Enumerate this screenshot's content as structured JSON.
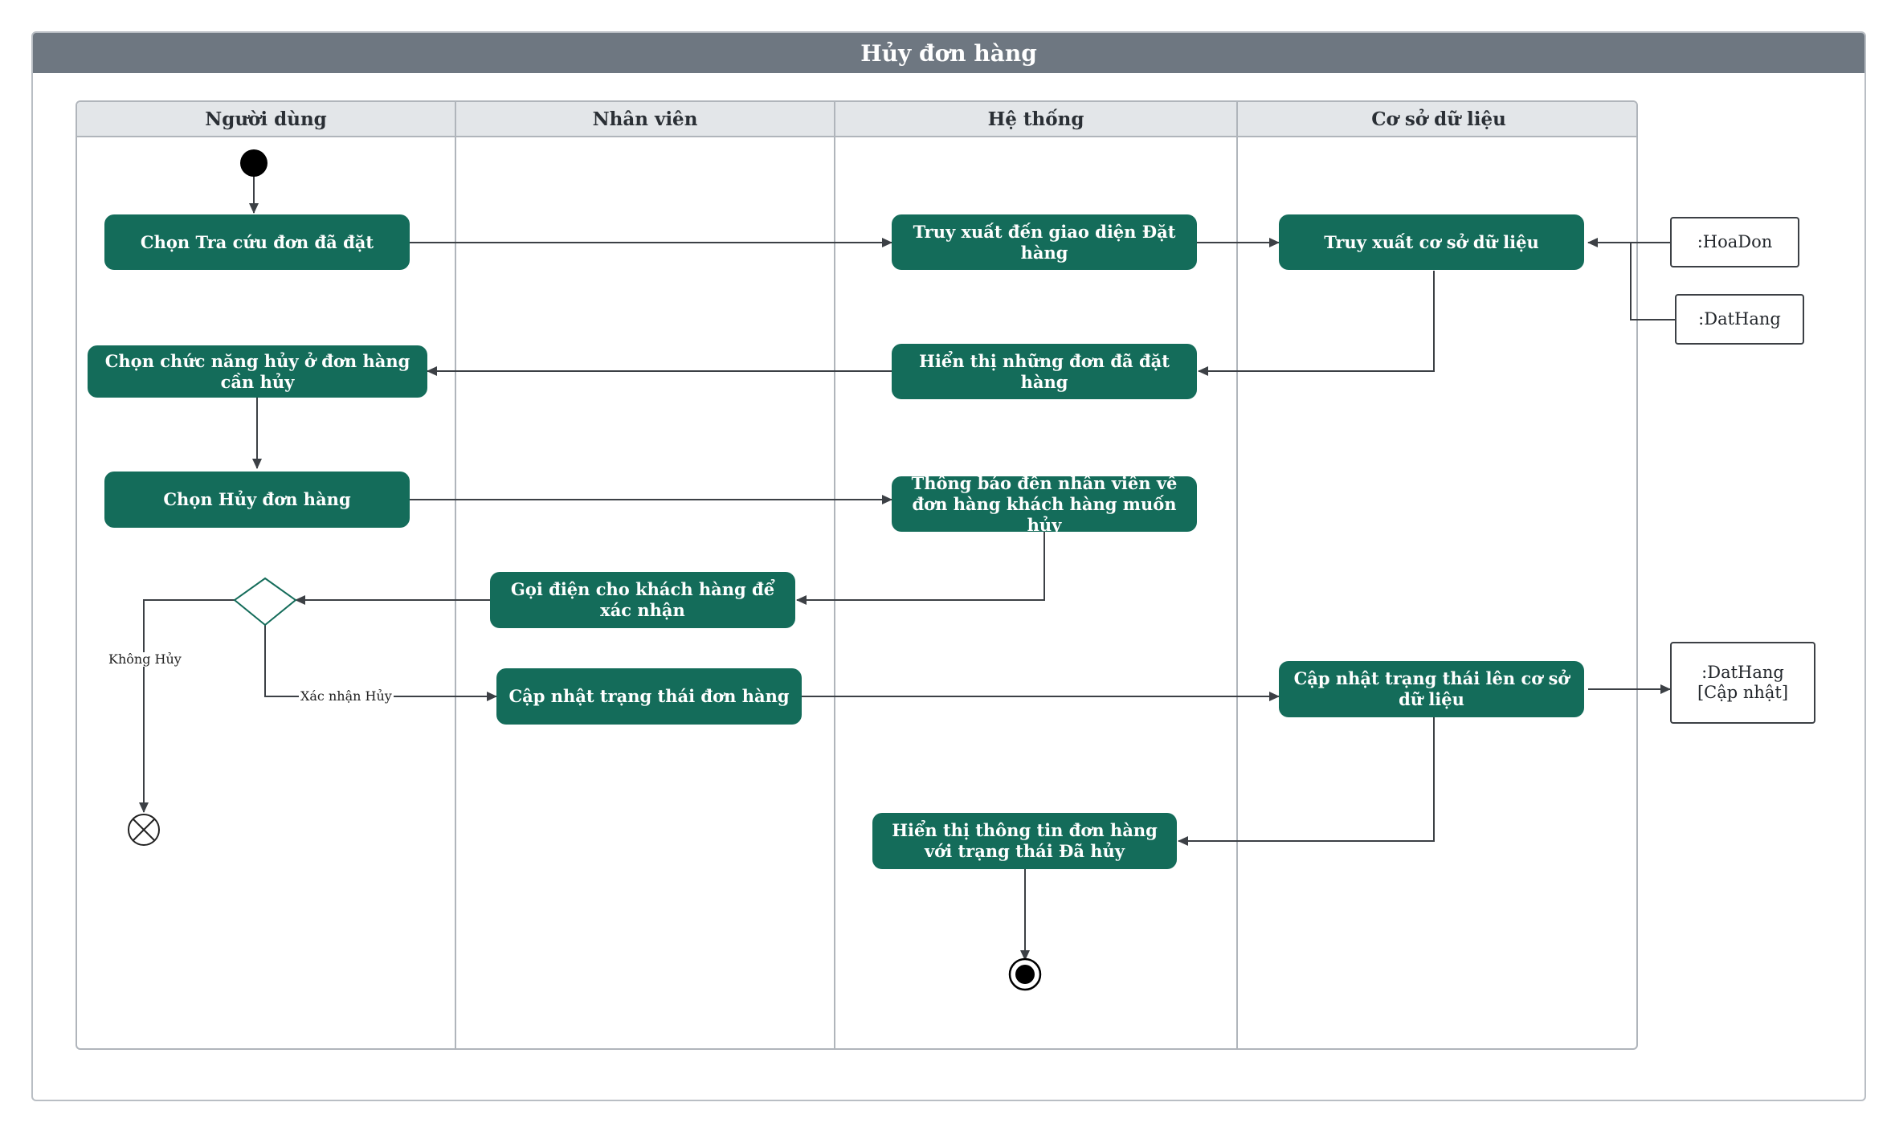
{
  "title": "Hủy đơn hàng",
  "lanes": [
    "Người dùng",
    "Nhân viên",
    "Hệ thống",
    "Cơ sở dữ liệu"
  ],
  "actions": {
    "a1": "Chọn Tra cứu đơn đã đặt",
    "a2": "Truy xuất đến giao diện Đặt hàng",
    "a3": "Truy xuất cơ sở dữ liệu",
    "a4": "Hiển thị những đơn đã đặt hàng",
    "a5": "Chọn chức năng hủy ở đơn hàng cần hủy",
    "a6": "Chọn Hủy đơn hàng",
    "a7": "Thông  báo đến nhân viên về đơn hàng khách hàng muốn hủy",
    "a8": "Gọi điện cho khách hàng để xác nhận",
    "a9": "Cập nhật trạng thái đơn hàng",
    "a10": "Cập nhật trạng thái lên cơ sở dữ liệu",
    "a11": "Hiển thị thông tin đơn hàng với trạng thái Đã hủy"
  },
  "objects": {
    "o1": ":HoaDon",
    "o2": ":DatHang",
    "o3_line1": ":DatHang",
    "o3_line2": "[Cập nhật]"
  },
  "guards": {
    "no_cancel": "Không Hủy",
    "confirm_cancel": "Xác nhận Hủy"
  },
  "colors": {
    "action_fill": "#146c5a",
    "header_fill": "#6e7781",
    "lane_header_fill": "#e3e6e9",
    "edge": "#3c4045"
  }
}
